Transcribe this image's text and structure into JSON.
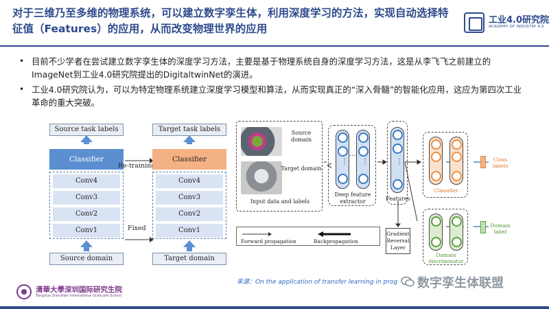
{
  "header": {
    "title": "对于三维乃至多维的物理系统，可以建立数字孪生体，利用深度学习的方法，实现自动选择特征值（Features）的应用，从而改变物理世界的应用",
    "logo_main": "工业4.0研究院",
    "logo_sub": "ACADEMY OF INDUSTRY 4.0"
  },
  "bullets": [
    "目前不少学者在尝试建立数字孪生体的深度学习方法，主要是基于物理系统自身的深度学习方法，这是从李飞飞之前建立的ImageNet到工业4.0研究院提出的DigitaltwinNet的演进。",
    "工业4.0研究院认为，可以为特定物理系统建立深度学习模型和算法，从而实现真正的“深入骨髓”的智能化应用，这应为第四次工业革命的重大突破。"
  ],
  "fig_left": {
    "source_labels": "Source task labels",
    "target_labels": "Target task labels",
    "classifier": "Classifier",
    "retraining": "Re-training",
    "fixed": "Fixed",
    "convs": [
      "Conv4",
      "Conv3",
      "Conv2",
      "Conv1"
    ],
    "source_domain": "Source domain",
    "target_domain": "Target domain",
    "colors": {
      "blue": "#5b8fd0",
      "orange": "#f4b183",
      "conv": "#dae3f3"
    }
  },
  "fig_right": {
    "source_domain": "Source domain",
    "target_domain": "Target domain",
    "input_caption": "Input data and labels",
    "deep_feature": "Deep feature extractor",
    "features": "Features",
    "classifier": "Classifier",
    "class_labels": "Class labels",
    "grl": "Gradient Reversal Layer",
    "domain_disc": "Domain discriminator",
    "domain_label": "Domain label",
    "forward": "Forward propagation",
    "backward": "Backpropagation",
    "dots_h": "...",
    "dots_v": "⋮"
  },
  "footer": {
    "source": "来源：On the application of transfer learning in prog",
    "watermark": "数字孪生体联盟",
    "uni_name": "清華大學深圳国际研究生院",
    "uni_sub": "Tsinghua Shenzhen International Graduate School"
  }
}
